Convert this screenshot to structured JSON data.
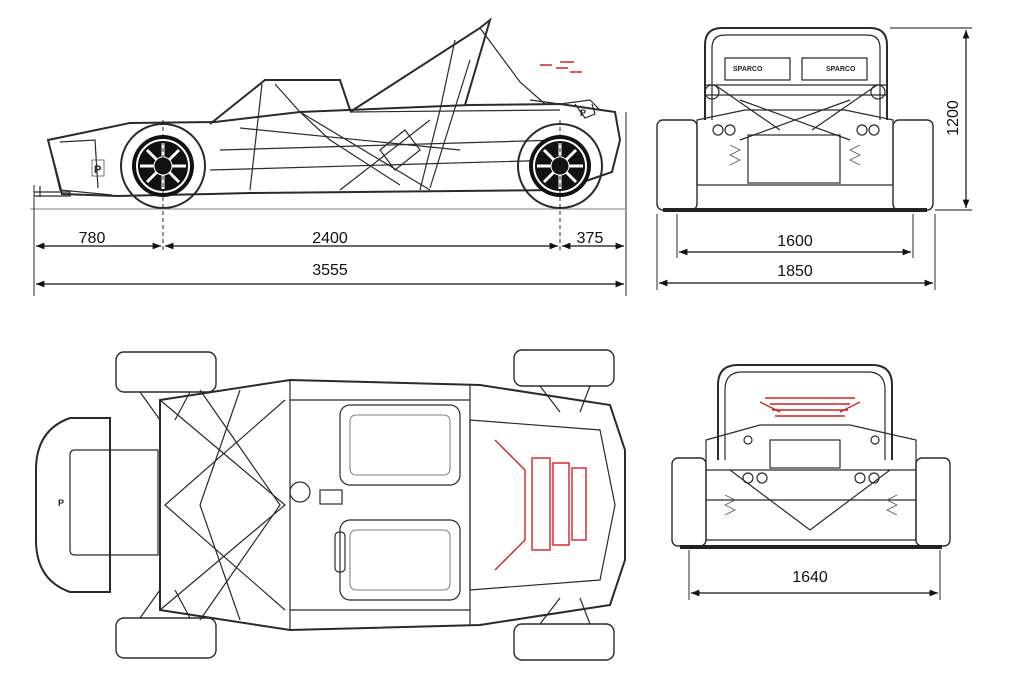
{
  "dimensions": {
    "front_overhang": "780",
    "wheelbase": "2400",
    "rear_overhang": "375",
    "overall_length": "3555",
    "height": "1200",
    "track_front": "1600",
    "overall_width": "1850",
    "track_rear": "1640"
  },
  "labels": {
    "seat_logo_left": "SPARCO",
    "seat_logo_right": "SPARCO"
  },
  "colors": {
    "line": "#2a2a2a",
    "highlight": "#d42020"
  }
}
